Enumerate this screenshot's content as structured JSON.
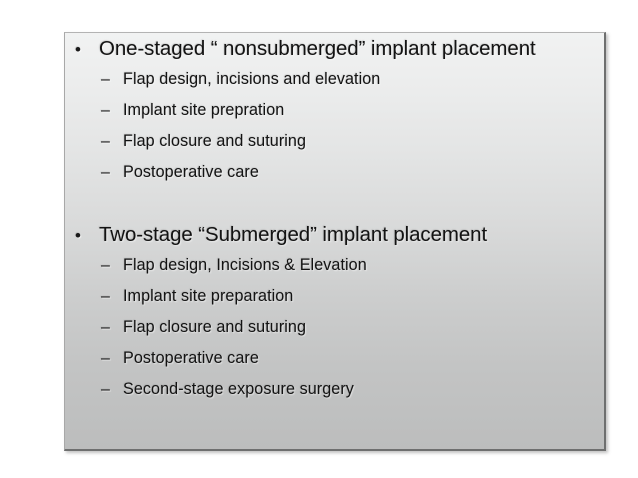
{
  "slide": {
    "background_top_color": "#f1f2f2",
    "background_bottom_color": "#bcbdbd",
    "border_color": "#6e6f6f",
    "text_color": "#131313",
    "markers": {
      "level_1": "•",
      "level_2": "–"
    },
    "blocks": [
      {
        "heading": "One-staged “ nonsubmerged” implant placement",
        "items": [
          "Flap design, incisions and elevation",
          "Implant site prepration",
          "Flap closure and suturing",
          "Postoperative care"
        ]
      },
      {
        "heading": "Two-stage “Submerged” implant placement",
        "items": [
          "Flap design, Incisions & Elevation",
          "Implant site preparation",
          "Flap closure and suturing",
          "Postoperative care",
          "Second-stage exposure surgery"
        ]
      }
    ]
  }
}
